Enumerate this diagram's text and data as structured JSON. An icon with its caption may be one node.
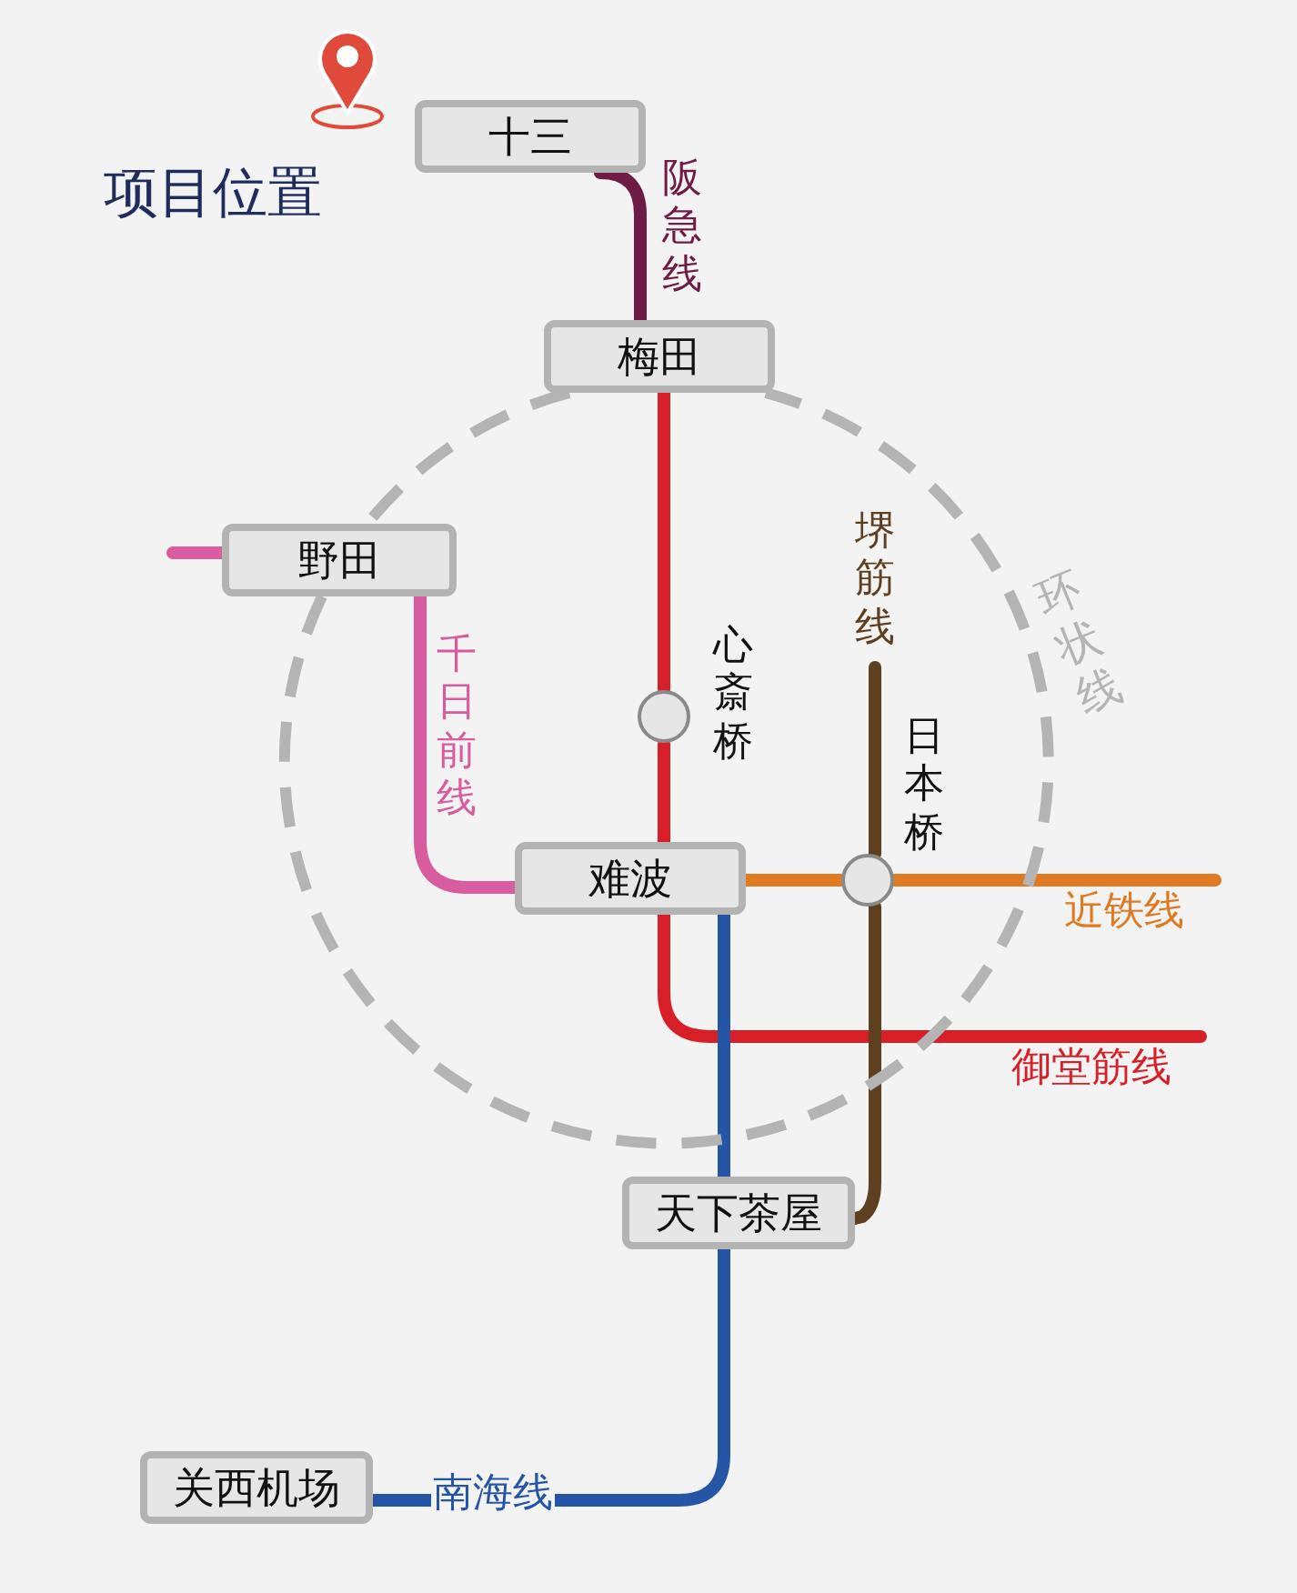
{
  "diagram": {
    "nodes": [
      {
        "text": [
          "十三"
        ]
      },
      {
        "text": [
          "梅田"
        ]
      },
      {
        "text": [
          "野田"
        ]
      },
      {
        "text": [],
        "shape": "circle",
        "beside": [
          "心斎桥"
        ]
      },
      {
        "text": [
          "难波"
        ]
      },
      {
        "text": [],
        "shape": "circle",
        "beside": [
          "日本桥"
        ]
      },
      {
        "text": [
          "天下茶屋"
        ]
      },
      {
        "text": [
          "关西机场"
        ]
      }
    ],
    "edges": [
      {
        "from": 0,
        "to": 1,
        "arrow": "none",
        "label": "阪急线",
        "color": "#6e1b47"
      },
      {
        "from": 1,
        "to": 3,
        "arrow": "none",
        "color": "#d61f26"
      },
      {
        "from": 3,
        "to": 4,
        "arrow": "none",
        "color": "#d61f26"
      },
      {
        "from": 4,
        "to": null,
        "arrow": "none",
        "label": "御堂筋线",
        "color": "#d61f26"
      },
      {
        "from": null,
        "to": 2,
        "arrow": "none",
        "color": "#d85ca0"
      },
      {
        "from": 2,
        "to": 4,
        "arrow": "none",
        "label": "千日前线",
        "color": "#d85ca0"
      },
      {
        "from": 4,
        "to": 5,
        "arrow": "none",
        "color": "#e07a22"
      },
      {
        "from": 5,
        "to": null,
        "arrow": "none",
        "label": "近铁线",
        "color": "#e07a22"
      },
      {
        "from": null,
        "to": 5,
        "arrow": "none",
        "label": "堺筋线",
        "color": "#5e3f1f"
      },
      {
        "from": 5,
        "to": 6,
        "arrow": "none",
        "color": "#5e3f1f"
      },
      {
        "from": 4,
        "to": 6,
        "arrow": "none",
        "color": "#2556a6"
      },
      {
        "from": 6,
        "to": 7,
        "arrow": "none",
        "label": "南海线",
        "color": "#2556a6"
      },
      {
        "from": 1,
        "to": 2,
        "arrow": "none",
        "color": "#b4b4b4",
        "style": "dashed"
      },
      {
        "from": 2,
        "to": 1,
        "arrow": "none",
        "label": "环状线",
        "color": "#b4b4b4",
        "style": "dashed"
      }
    ],
    "labels": [
      "项目位置"
    ]
  }
}
